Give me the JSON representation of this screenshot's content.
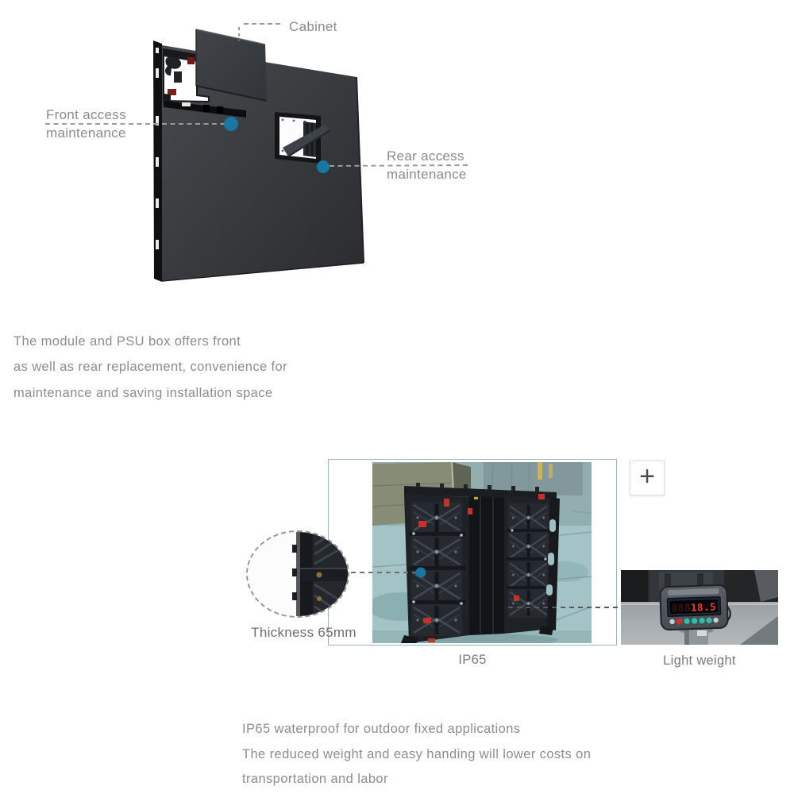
{
  "diagram": {
    "cabinet_label": "Cabinet",
    "front_access_label_line1": "Front access",
    "front_access_label_line2": "maintenance",
    "rear_access_label_line1": "Rear access",
    "rear_access_label_line2": "maintenance",
    "marker_color": "#1878a1"
  },
  "intro_text": {
    "line1": "The module and PSU box offers front",
    "line2": "as well as rear replacement, convenience for",
    "line3": "maintenance and saving installation space"
  },
  "gallery": {
    "thickness_label": "Thickness 65mm",
    "ip65_caption": "IP65",
    "light_weight_caption": "Light weight",
    "zoom_button_glyph": "+",
    "frame_border_color": "#9bb5b8",
    "scale_display_ghost": "888",
    "scale_display_value": "18.5"
  },
  "outro_text": {
    "line1": "IP65 waterproof for outdoor fixed applications",
    "line2": "The reduced weight and easy handing will lower costs on",
    "line3": "transportation and labor"
  }
}
